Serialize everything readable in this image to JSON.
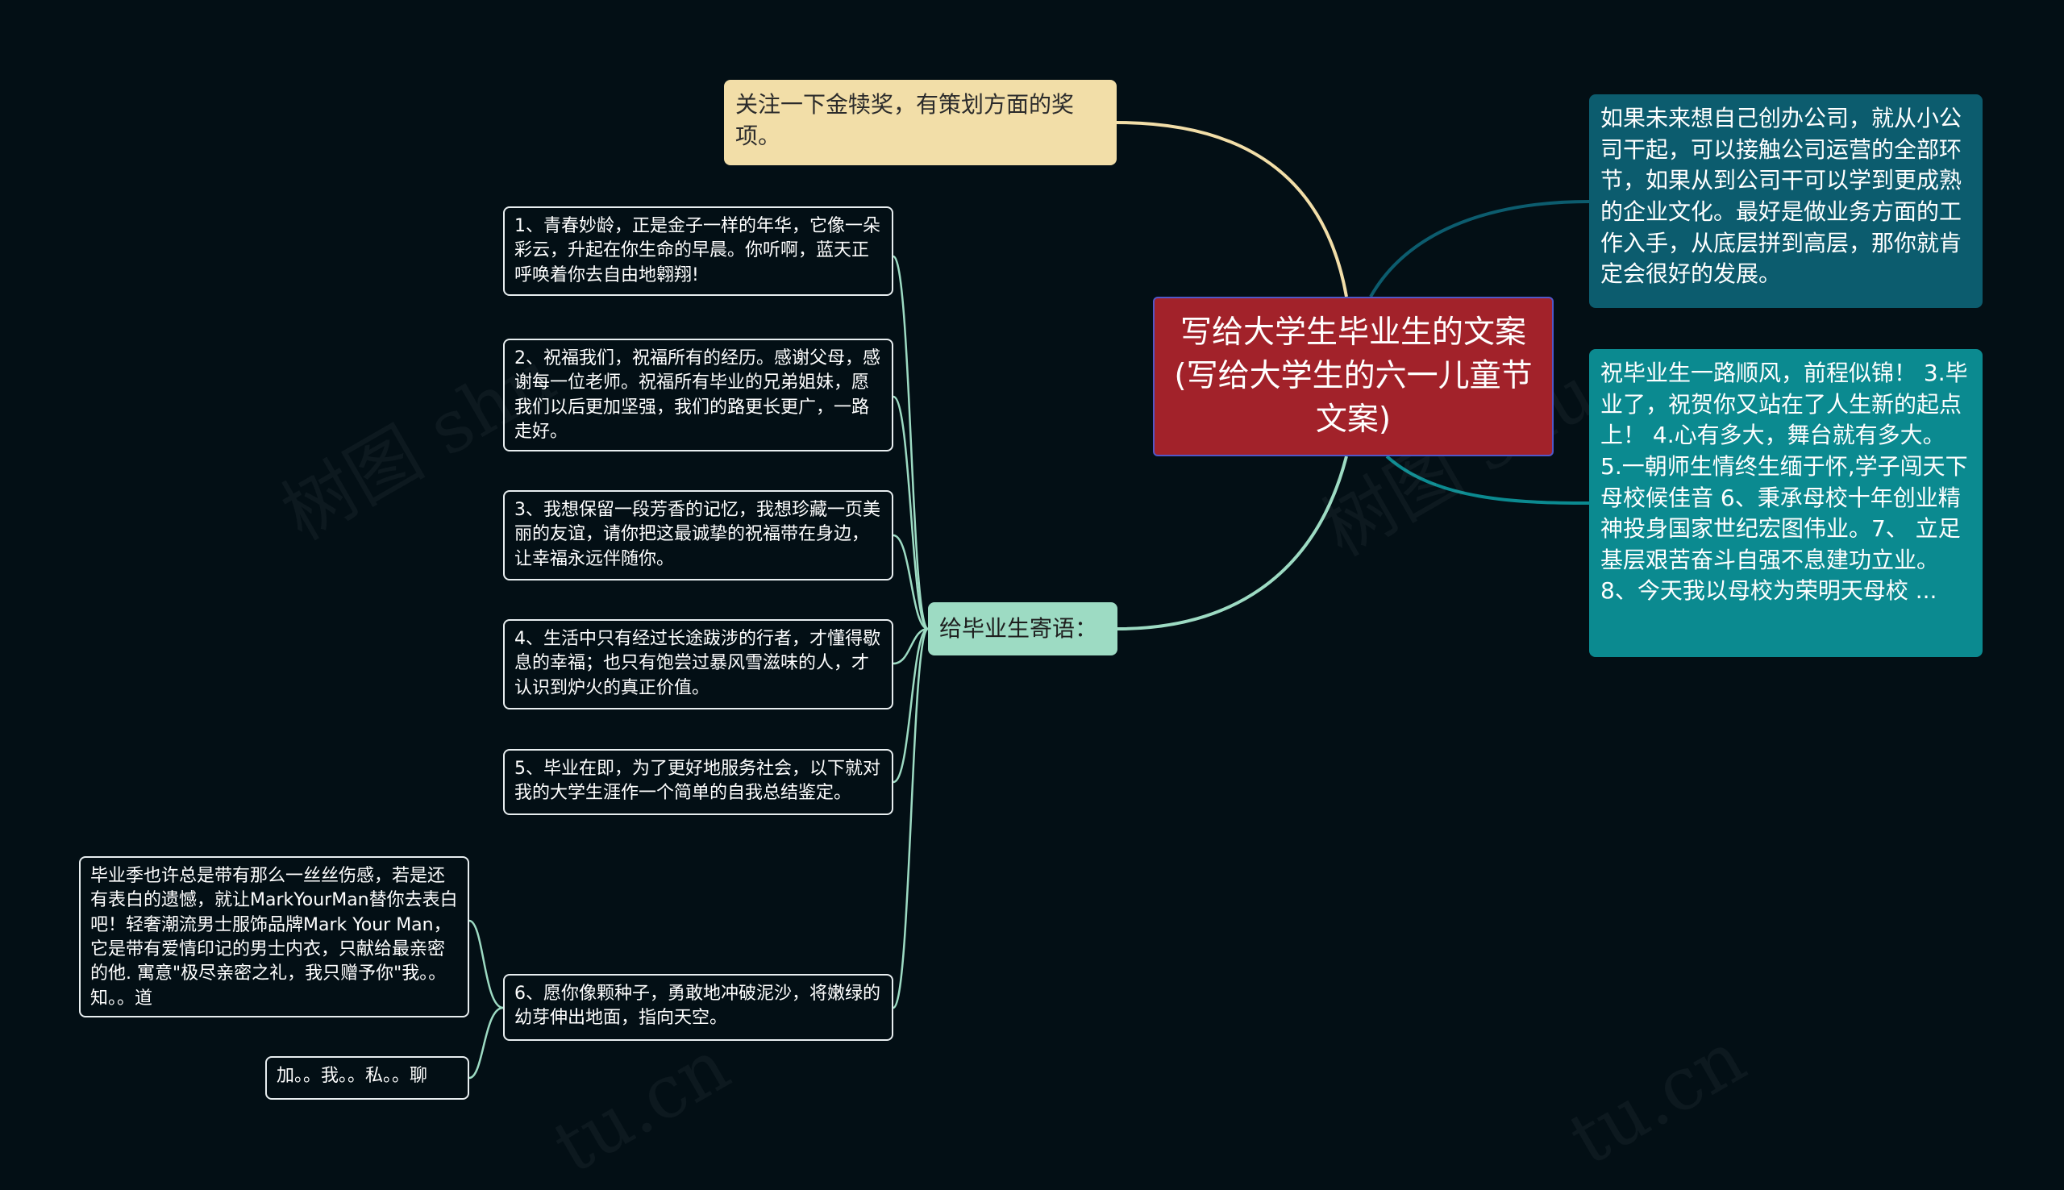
{
  "mindmap": {
    "root": {
      "text": "写给大学生毕业生的文案(写给大学生的六一儿童节文案)"
    },
    "top_note": {
      "text": "关注一下金犊奖，有策划方面的奖项。"
    },
    "right_nodes": [
      {
        "text": "如果未来想自己创办公司，就从小公司干起，可以接触公司运营的全部环节，如果从到公司干可以学到更成熟的企业文化。最好是做业务方面的工作入手，从底层拼到高层，那你就肯定会很好的发展。"
      },
      {
        "text": "祝毕业生一路顺风，前程似锦！ 3.毕业了，祝贺你又站在了人生新的起点上！ 4.心有多大，舞台就有多大。 5.一朝师生情终生缅于怀,学子闯天下母校候佳音 6、秉承母校十年创业精神投身国家世纪宏图伟业。7、 立足基层艰苦奋斗自强不息建功立业。8、今天我以母校为荣明天母校 ..."
      }
    ],
    "branch": {
      "label": "给毕业生寄语：",
      "children": [
        {
          "text": "1、青春妙龄，正是金子一样的年华，它像一朵彩云，升起在你生命的早晨。你听啊，蓝天正呼唤着你去自由地翱翔!"
        },
        {
          "text": "2、祝福我们，祝福所有的经历。感谢父母，感谢每一位老师。祝福所有毕业的兄弟姐妹，愿我们以后更加坚强，我们的路更长更广，一路走好。"
        },
        {
          "text": "3、我想保留一段芳香的记忆，我想珍藏一页美丽的友谊，请你把这最诚挚的祝福带在身边，让幸福永远伴随你。"
        },
        {
          "text": "4、生活中只有经过长途跋涉的行者，才懂得歇息的幸福；也只有饱尝过暴风雪滋味的人，才认识到炉火的真正价值。"
        },
        {
          "text": "5、毕业在即，为了更好地服务社会，以下就对我的大学生涯作一个简单的自我总结鉴定。"
        },
        {
          "text": "6、愿你像颗种子，勇敢地冲破泥沙，将嫩绿的幼芽伸出地面，指向天空。"
        }
      ],
      "sub_children": [
        {
          "text": "毕业季也许总是带有那么一丝丝伤感，若是还有表白的遗憾，就让MarkYourMan替你去表白吧！轻奢潮流男士服饰品牌Mark Your Man，它是带有爱情印记的男士内衣，只献给最亲密的他. 寓意\"极尽亲密之礼，我只赠予你\"我。。知。。道"
        },
        {
          "text": "加。。我。。私。。聊"
        }
      ]
    },
    "colors": {
      "background": "#030f15",
      "root": "#a2222a",
      "top_note": "#f2dea8",
      "right_a": "#0c5c6e",
      "right_b": "#0b8a90",
      "branch": "#9ddbc3",
      "link_top": "#f2dea8",
      "link_right_a": "#0c5c6e",
      "link_right_b": "#0b8a90",
      "link_branch": "#9ddbc3"
    }
  }
}
